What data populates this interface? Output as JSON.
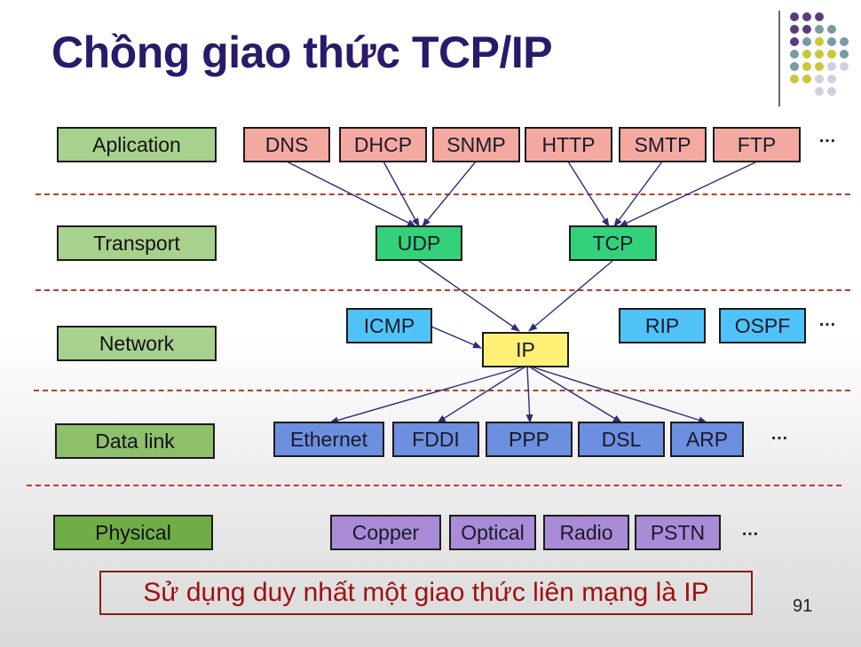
{
  "title": "Chồng giao thức TCP/IP",
  "layers": [
    "Aplication",
    "Transport",
    "Network",
    "Data link",
    "Physical"
  ],
  "application": [
    "DNS",
    "DHCP",
    "SNMP",
    "HTTP",
    "SMTP",
    "FTP"
  ],
  "transport": [
    "UDP",
    "TCP"
  ],
  "network": {
    "icmp": "ICMP",
    "ip": "IP",
    "rip": "RIP",
    "ospf": "OSPF"
  },
  "datalink": [
    "Ethernet",
    "FDDI",
    "PPP",
    "DSL",
    "ARP"
  ],
  "physical": [
    "Copper",
    "Optical",
    "Radio",
    "PSTN"
  ],
  "ellipsis": "…",
  "note": "Sử dụng duy nhất một giao thức liên mạng là IP",
  "page_number": "91",
  "colors": {
    "title": "#2a1a6b",
    "layer": "#a9d18e",
    "layer_dark": "#70ad47",
    "application": "#f4a9a0",
    "transport": "#33d17a",
    "network": "#4fc3f7",
    "ip": "#fff176",
    "datalink": "#6d8fe0",
    "physical": "#a98bd8",
    "separator": "#c0392b",
    "arrow": "#2c2c7a",
    "note": "#a01010"
  }
}
